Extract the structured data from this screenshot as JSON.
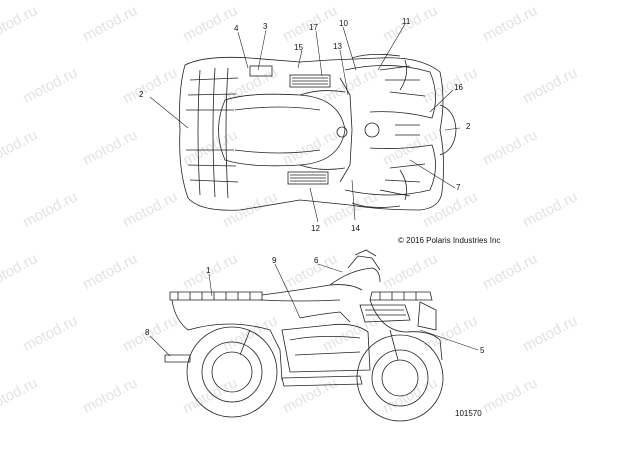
{
  "watermark": "motod.ru",
  "copyright": "© 2016 Polaris Industries Inc",
  "part_number": "101570",
  "callouts_top": [
    "2",
    "4",
    "3",
    "15",
    "17",
    "10",
    "13",
    "11",
    "16",
    "2",
    "12",
    "14",
    "7"
  ],
  "callouts_side": [
    "1",
    "9",
    "6",
    "8",
    "5"
  ]
}
